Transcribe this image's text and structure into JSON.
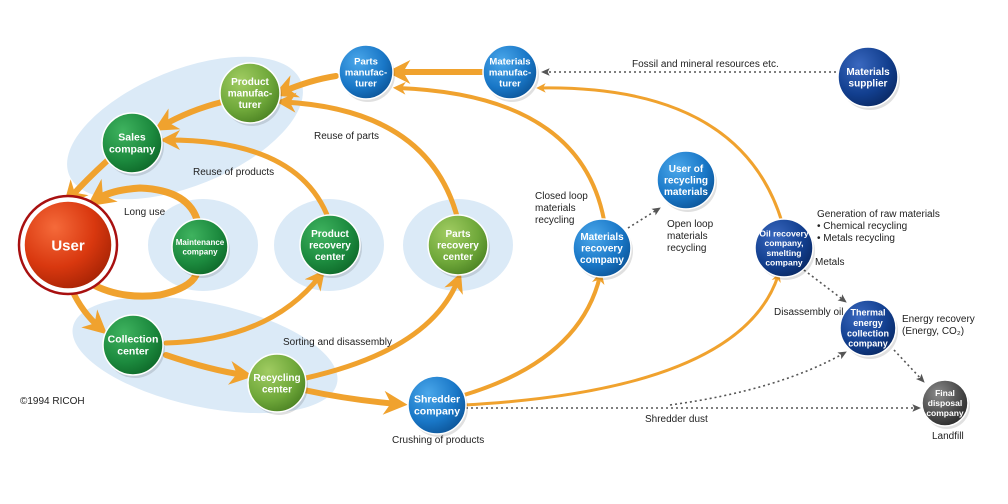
{
  "title": "Ricoh Comet Circle recycling flow",
  "copyright": "©1994 RICOH",
  "colors": {
    "user": "#d9380f",
    "green_dark": "#1c8a3e",
    "green_light": "#6fa83a",
    "blue": "#1977c7",
    "navy": "#123f8f",
    "gray": "#4a4a4a",
    "flow_arrow": "#f0a22e",
    "dotted_arrow": "#555555",
    "halo": "#dbeaf7"
  },
  "nodes": {
    "user": {
      "lines": [
        "User"
      ]
    },
    "sales_company": {
      "lines": [
        "Sales",
        "company"
      ]
    },
    "product_manufacturer": {
      "lines": [
        "Product",
        "manufac-",
        "turer"
      ]
    },
    "parts_manufacturer": {
      "lines": [
        "Parts",
        "manufac-",
        "turer"
      ]
    },
    "materials_manufacturer": {
      "lines": [
        "Materials",
        "manufac-",
        "turer"
      ]
    },
    "materials_supplier": {
      "lines": [
        "Materials",
        "supplier"
      ]
    },
    "maintenance_company": {
      "lines": [
        "Maintenance",
        "company"
      ]
    },
    "product_recovery_center": {
      "lines": [
        "Product",
        "recovery",
        "center"
      ]
    },
    "parts_recovery_center": {
      "lines": [
        "Parts",
        "recovery",
        "center"
      ]
    },
    "materials_recovery_company": {
      "lines": [
        "Materials",
        "recovery",
        "company"
      ]
    },
    "user_of_recycling_materials": {
      "lines": [
        "User of",
        "recycling",
        "materials"
      ]
    },
    "oil_recovery_company": {
      "lines": [
        "Oil recovery",
        "company,",
        "smelting",
        "company"
      ]
    },
    "thermal_energy_company": {
      "lines": [
        "Thermal",
        "energy",
        "collection",
        "company"
      ]
    },
    "collection_center": {
      "lines": [
        "Collection",
        "center"
      ]
    },
    "recycling_center": {
      "lines": [
        "Recycling",
        "center"
      ]
    },
    "shredder_company": {
      "lines": [
        "Shredder",
        "company"
      ]
    },
    "final_disposal_company": {
      "lines": [
        "Final",
        "disposal",
        "company"
      ]
    }
  },
  "labels": {
    "fossil_resources": "Fossil and mineral resources etc.",
    "reuse_of_parts": "Reuse of parts",
    "reuse_of_products": "Reuse of products",
    "long_use": "Long use",
    "closed_loop": [
      "Closed loop",
      "materials",
      "recycling"
    ],
    "open_loop": [
      "Open loop",
      "materials",
      "recycling"
    ],
    "generation_raw": "Generation of raw materials",
    "chemical_recycling": "• Chemical recycling",
    "metals_recycling": "• Metals recycling",
    "metals": "Metals",
    "disassembly_oil": "Disassembly oil",
    "energy_recovery": [
      "Energy recovery",
      "(Energy, CO₂)"
    ],
    "sorting_disassembly": "Sorting and disassembly",
    "crushing_products": "Crushing of products",
    "shredder_dust": "Shredder dust",
    "landfill": "Landfill"
  }
}
